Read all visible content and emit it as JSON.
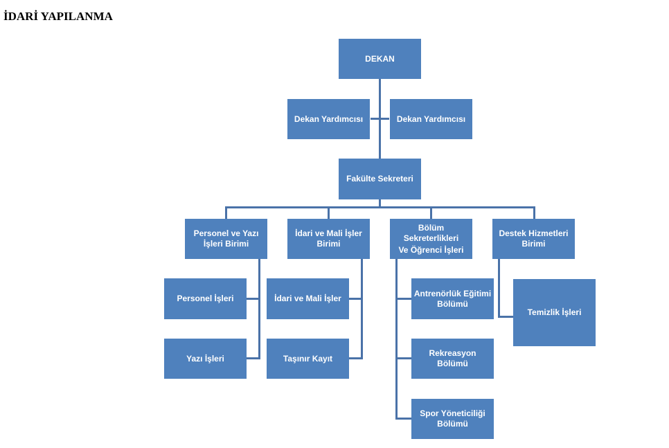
{
  "title": "İDARİ YAPILANMA",
  "org": {
    "dean": "DEKAN",
    "vice_dean_left": "Dekan Yardımcısı",
    "vice_dean_right": "Dekan Yardımcısı",
    "secretary": "Fakülte Sekreteri",
    "units": {
      "personnel": {
        "label": "Personel ve Yazı İşleri Birimi",
        "children": [
          "Personel İşleri",
          "Yazı İşleri"
        ]
      },
      "admin": {
        "label": "İdari ve Mali İşler Birimi",
        "children": [
          "İdari ve Mali İşler",
          "Taşınır Kayıt"
        ]
      },
      "department": {
        "label_line1": "Bölüm Sekreterlikleri",
        "label_line2": "Ve Öğrenci İşleri",
        "children": [
          "Antrenörlük Eğitimi Bölümü",
          "Rekreasyon Bölümü",
          "Spor Yöneticiliği Bölümü"
        ]
      },
      "support": {
        "label": "Destek Hizmetleri Birimi",
        "children": [
          "Temizlik İşleri"
        ]
      }
    }
  }
}
